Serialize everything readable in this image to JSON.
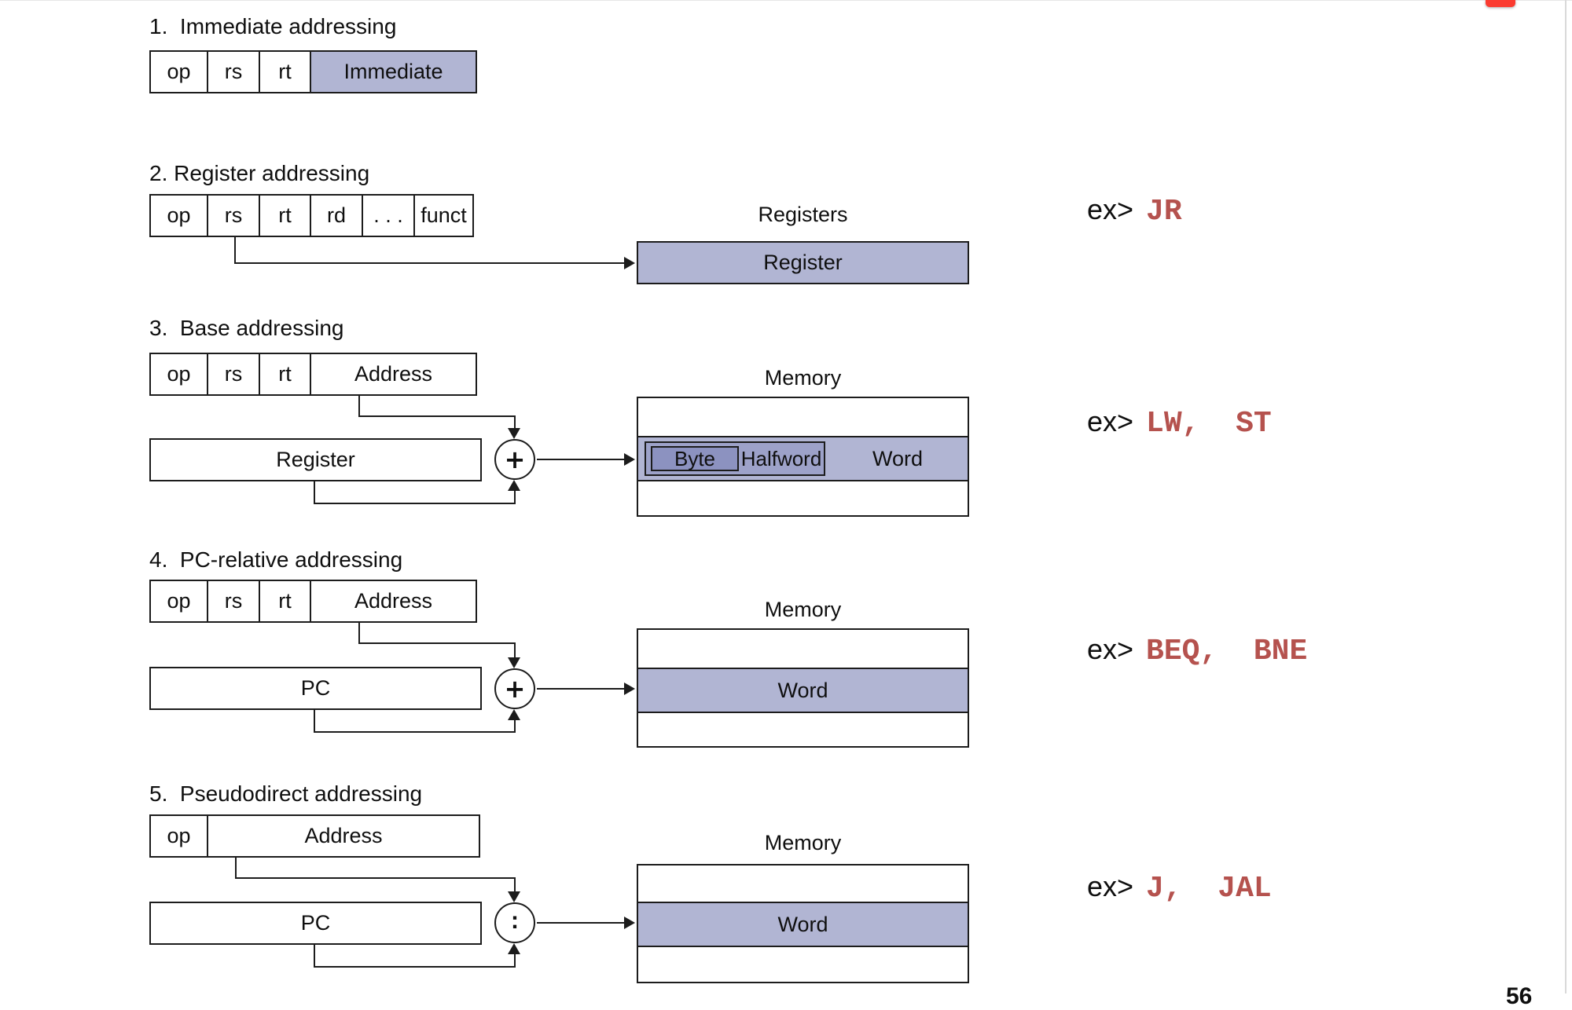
{
  "colors": {
    "shade_light": "#b1b5d3",
    "shade_mid": "#9da2c9",
    "shade_dark": "#8c92c0",
    "line": "#1c1c1c",
    "example_text": "#b5524e",
    "tab_red": "#fb3b30"
  },
  "examples_prefix": "ex>",
  "sections": [
    {
      "title": "1.  Immediate addressing",
      "fields": [
        {
          "label": "op"
        },
        {
          "label": "rs"
        },
        {
          "label": "rt"
        },
        {
          "label": "Immediate",
          "shaded": true
        }
      ]
    },
    {
      "title": "2. Register addressing",
      "fields": [
        {
          "label": "op"
        },
        {
          "label": "rs"
        },
        {
          "label": "rt"
        },
        {
          "label": "rd"
        },
        {
          "label": ". . ."
        },
        {
          "label": "funct"
        }
      ],
      "bank_label": "Registers",
      "register_label": "Register",
      "example": "JR"
    },
    {
      "title": "3.  Base addressing",
      "fields": [
        {
          "label": "op"
        },
        {
          "label": "rs"
        },
        {
          "label": "rt"
        },
        {
          "label": "Address"
        }
      ],
      "register_label": "Register",
      "operator": "+",
      "memory_label": "Memory",
      "memory": {
        "byte": "Byte",
        "halfword": "Halfword",
        "word": "Word"
      },
      "example": "LW,  ST"
    },
    {
      "title": "4.  PC-relative addressing",
      "fields": [
        {
          "label": "op"
        },
        {
          "label": "rs"
        },
        {
          "label": "rt"
        },
        {
          "label": "Address"
        }
      ],
      "pc_label": "PC",
      "operator": "+",
      "memory_label": "Memory",
      "memory": {
        "word": "Word"
      },
      "example": "BEQ,  BNE"
    },
    {
      "title": "5.  Pseudodirect addressing",
      "fields": [
        {
          "label": "op"
        },
        {
          "label": "Address"
        }
      ],
      "pc_label": "PC",
      "operator": ":",
      "memory_label": "Memory",
      "memory": {
        "word": "Word"
      },
      "example": "J,  JAL"
    }
  ],
  "page_number": "56"
}
